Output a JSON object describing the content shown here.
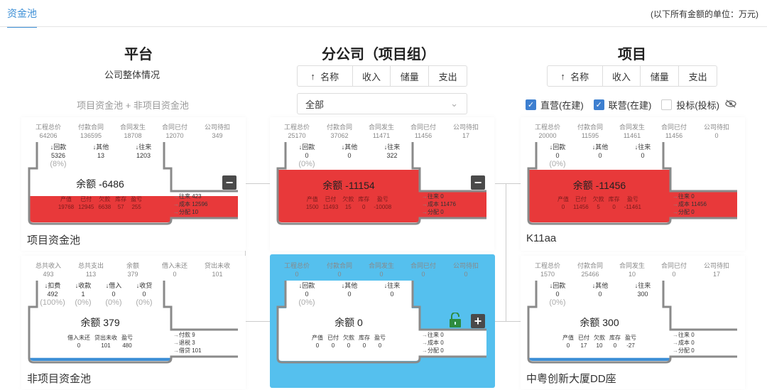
{
  "header": {
    "tab": "资金池",
    "unit_note": "(以下所有金额的单位：万元)"
  },
  "platform": {
    "title": "平台",
    "subtitle": "公司整体情况",
    "formula": "项目资金池 + 非项目资金池"
  },
  "branch": {
    "title": "分公司（项目组）",
    "sort_buttons": [
      "名称",
      "收入",
      "储量",
      "支出"
    ],
    "sort_arrow": "↑",
    "select_value": "全部",
    "select_icon": "⌄"
  },
  "project": {
    "title": "项目",
    "sort_buttons": [
      "名称",
      "收入",
      "储量",
      "支出"
    ],
    "sort_arrow": "↑",
    "filters": [
      {
        "label": "直营(在建)",
        "checked": true
      },
      {
        "label": "联营(在建)",
        "checked": true
      },
      {
        "label": "投标(投标)",
        "checked": false
      }
    ]
  },
  "cards": [
    {
      "label": "项目资金池",
      "fill": "#e8393a",
      "fill_level": 0.5,
      "button": "−",
      "stats": [
        [
          "工程总价",
          "64206"
        ],
        [
          "付款合同",
          "136595"
        ],
        [
          "合同发生",
          "18708"
        ],
        [
          "合同已付",
          "12070"
        ],
        [
          "公司待扣",
          "349"
        ]
      ],
      "inflows": [
        [
          "↓回款",
          "5326",
          "(8%)"
        ],
        [
          "↓其他",
          "13",
          ""
        ],
        [
          "↓往来",
          "1203",
          ""
        ]
      ],
      "balance": "余额  -6486",
      "body_stats": [
        [
          "产值",
          "19768"
        ],
        [
          "已付",
          "12945"
        ],
        [
          "欠款",
          "6638"
        ],
        [
          "库存",
          "57"
        ],
        [
          "盈亏",
          "255"
        ]
      ],
      "outflows": [
        [
          "往来",
          "423"
        ],
        [
          "成本",
          "12596"
        ],
        [
          "分配",
          "10"
        ]
      ]
    },
    {
      "label": "非项目资金池",
      "fill": "#3d8fd6",
      "fill_level": 0.03,
      "button": "",
      "stats": [
        [
          "总共收入",
          "493"
        ],
        [
          "总共支出",
          "113"
        ],
        [
          "余额",
          "379"
        ],
        [
          "借入未还",
          "0"
        ],
        [
          "贷出未收",
          "101"
        ]
      ],
      "inflows": [
        [
          "↓扣费",
          "492",
          "(100%)"
        ],
        [
          "↓收款",
          "1",
          "(0%)"
        ],
        [
          "↓借入",
          "0",
          "(0%)"
        ],
        [
          "↓收贷",
          "0",
          "(0%)"
        ]
      ],
      "balance": "余额  379",
      "body_stats": [
        [
          "借入未还",
          "0"
        ],
        [
          "贷出未收",
          "101"
        ],
        [
          "盈亏",
          "480"
        ]
      ],
      "outflows": [
        [
          "付款",
          "9"
        ],
        [
          "退税",
          "3"
        ],
        [
          "借贷",
          "101"
        ]
      ]
    },
    {
      "label": "",
      "fill": "#e8393a",
      "fill_level": 1,
      "button": "−",
      "stats": [
        [
          "工程总价",
          "25170"
        ],
        [
          "付款合同",
          "37062"
        ],
        [
          "合同发生",
          "11471"
        ],
        [
          "合同已付",
          "11456"
        ],
        [
          "公司待扣",
          "17"
        ]
      ],
      "inflows": [
        [
          "↓回款",
          "0",
          "(0%)"
        ],
        [
          "↓其他",
          "0",
          ""
        ],
        [
          "↓往来",
          "322",
          ""
        ]
      ],
      "balance": "余额  -11154",
      "body_stats": [
        [
          "产值",
          "1500"
        ],
        [
          "已付",
          "11493"
        ],
        [
          "欠款",
          "15"
        ],
        [
          "库存",
          "0"
        ],
        [
          "盈亏",
          "-10008"
        ]
      ],
      "outflows": [
        [
          "往来",
          "0"
        ],
        [
          "成本",
          "11476"
        ],
        [
          "分配",
          "0"
        ]
      ]
    },
    {
      "label": "",
      "fill": "#3d8fd6",
      "fill_level": 0,
      "button": "+",
      "locked": "unlocked",
      "stats": [
        [
          "工程总价",
          "0"
        ],
        [
          "付款合同",
          "0"
        ],
        [
          "合同发生",
          "0"
        ],
        [
          "合同已付",
          "0"
        ],
        [
          "公司待扣",
          "0"
        ]
      ],
      "inflows": [
        [
          "↓回款",
          "0",
          "(0%)"
        ],
        [
          "↓其他",
          "0",
          ""
        ],
        [
          "↓往来",
          "0",
          ""
        ]
      ],
      "balance": "余额  0",
      "body_stats": [
        [
          "产值",
          "0"
        ],
        [
          "已付",
          "0"
        ],
        [
          "欠款",
          "0"
        ],
        [
          "库存",
          "0"
        ],
        [
          "盈亏",
          "0"
        ]
      ],
      "outflows": [
        [
          "往来",
          "0"
        ],
        [
          "成本",
          "0"
        ],
        [
          "分配",
          "0"
        ]
      ]
    },
    {
      "label": "K11aa",
      "fill": "#e8393a",
      "fill_level": 1,
      "button": "",
      "stats": [
        [
          "工程总价",
          "20000"
        ],
        [
          "付款合同",
          "11595"
        ],
        [
          "合同发生",
          "11461"
        ],
        [
          "合同已付",
          "11456"
        ],
        [
          "公司待扣",
          "0"
        ]
      ],
      "inflows": [
        [
          "↓回款",
          "0",
          "(0%)"
        ],
        [
          "↓其他",
          "0",
          ""
        ],
        [
          "↓往来",
          "0",
          ""
        ]
      ],
      "balance": "余额  -11456",
      "body_stats": [
        [
          "产值",
          "0"
        ],
        [
          "已付",
          "11456"
        ],
        [
          "欠款",
          "5"
        ],
        [
          "库存",
          "0"
        ],
        [
          "盈亏",
          "-11461"
        ]
      ],
      "outflows": [
        [
          "往来",
          "0"
        ],
        [
          "成本",
          "11456"
        ],
        [
          "分配",
          "0"
        ]
      ]
    },
    {
      "label": "中粤创新大厦DD座",
      "fill": "#3d8fd6",
      "fill_level": 0.03,
      "button": "",
      "stats": [
        [
          "工程总价",
          "1570"
        ],
        [
          "付款合同",
          "25466"
        ],
        [
          "合同发生",
          "10"
        ],
        [
          "合同已付",
          "0"
        ],
        [
          "公司待扣",
          "17"
        ]
      ],
      "inflows": [
        [
          "↓回款",
          "0",
          "(0%)"
        ],
        [
          "↓其他",
          "0",
          ""
        ],
        [
          "↓往来",
          "300",
          ""
        ]
      ],
      "balance": "余额  300",
      "body_stats": [
        [
          "产值",
          "0"
        ],
        [
          "已付",
          "17"
        ],
        [
          "欠款",
          "10"
        ],
        [
          "库存",
          "0"
        ],
        [
          "盈亏",
          "-27"
        ]
      ],
      "outflows": [
        [
          "往来",
          "0"
        ],
        [
          "成本",
          "0"
        ],
        [
          "分配",
          "0"
        ]
      ]
    }
  ]
}
